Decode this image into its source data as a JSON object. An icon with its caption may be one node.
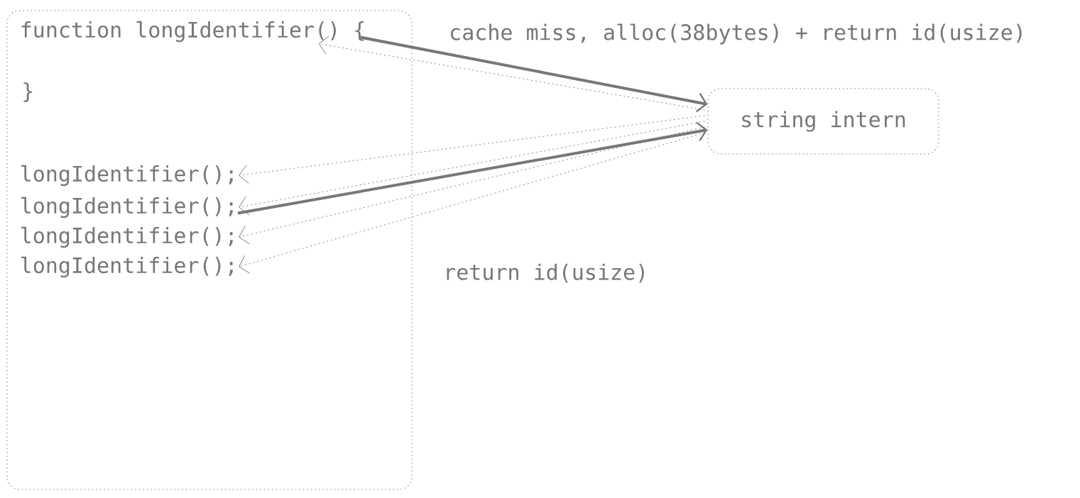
{
  "diagram": {
    "nodes": [
      {
        "text": [],
        "shape": "box"
      },
      {
        "text": [
          "function longIdentifier() {"
        ],
        "in": 0
      },
      {
        "text": [
          "longIdentifier();"
        ],
        "in": 0
      },
      {
        "text": [
          "longIdentifier();"
        ],
        "in": 0
      },
      {
        "text": [
          "longIdentifier();"
        ],
        "in": 0
      },
      {
        "text": [
          "longIdentifier();"
        ],
        "in": 0
      },
      {
        "text": [
          "string intern"
        ]
      }
    ],
    "edges": [
      {
        "from": 1,
        "to": 6,
        "arrow": "to",
        "style": "thick",
        "label": "cache miss, alloc(38bytes) + return id(usize)"
      },
      {
        "from": 6,
        "to": 1,
        "arrow": "to",
        "style": "dashed"
      },
      {
        "from": 3,
        "to": 6,
        "arrow": "to",
        "style": "thick"
      },
      {
        "from": 6,
        "to": 2,
        "arrow": "to",
        "style": "dashed"
      },
      {
        "from": 6,
        "to": 3,
        "arrow": "to",
        "style": "dashed"
      },
      {
        "from": 6,
        "to": 4,
        "arrow": "to",
        "style": "dashed"
      },
      {
        "from": 6,
        "to": 5,
        "arrow": "to",
        "style": "dashed"
      }
    ],
    "labels": [
      "}",
      "return id(usize)"
    ]
  }
}
